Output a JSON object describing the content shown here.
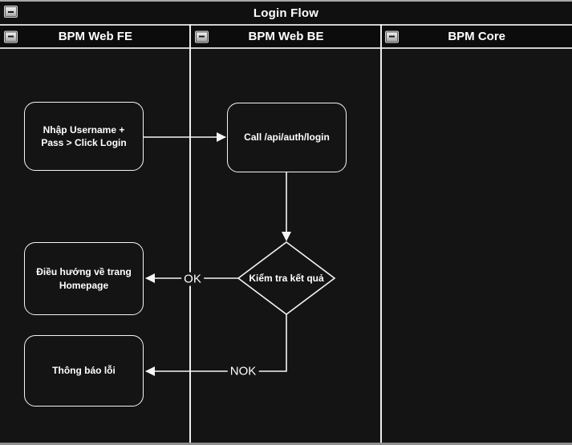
{
  "diagram": {
    "title": "Login Flow"
  },
  "lanes": [
    {
      "label": "BPM Web FE"
    },
    {
      "label": "BPM Web BE"
    },
    {
      "label": "BPM Core"
    }
  ],
  "nodes": [
    {
      "id": "input-credentials",
      "label": "Nhập Username + Pass > Click Login"
    },
    {
      "id": "call-login-api",
      "label": "Call /api/auth/login"
    },
    {
      "id": "check-result",
      "label": "Kiểm tra kết quả"
    },
    {
      "id": "redirect-homepage",
      "label": "Điều hướng về trang Homepage"
    },
    {
      "id": "error-notification",
      "label": "Thông báo lỗi"
    }
  ],
  "edge_labels": {
    "ok": "OK",
    "nok": "NOK"
  },
  "colors": {
    "canvas_bg": "#141414",
    "header_bg": "#0c0c0c",
    "stroke": "#f5f5f5",
    "text": "#ffffff",
    "frame_line": "#a8a8a8"
  }
}
